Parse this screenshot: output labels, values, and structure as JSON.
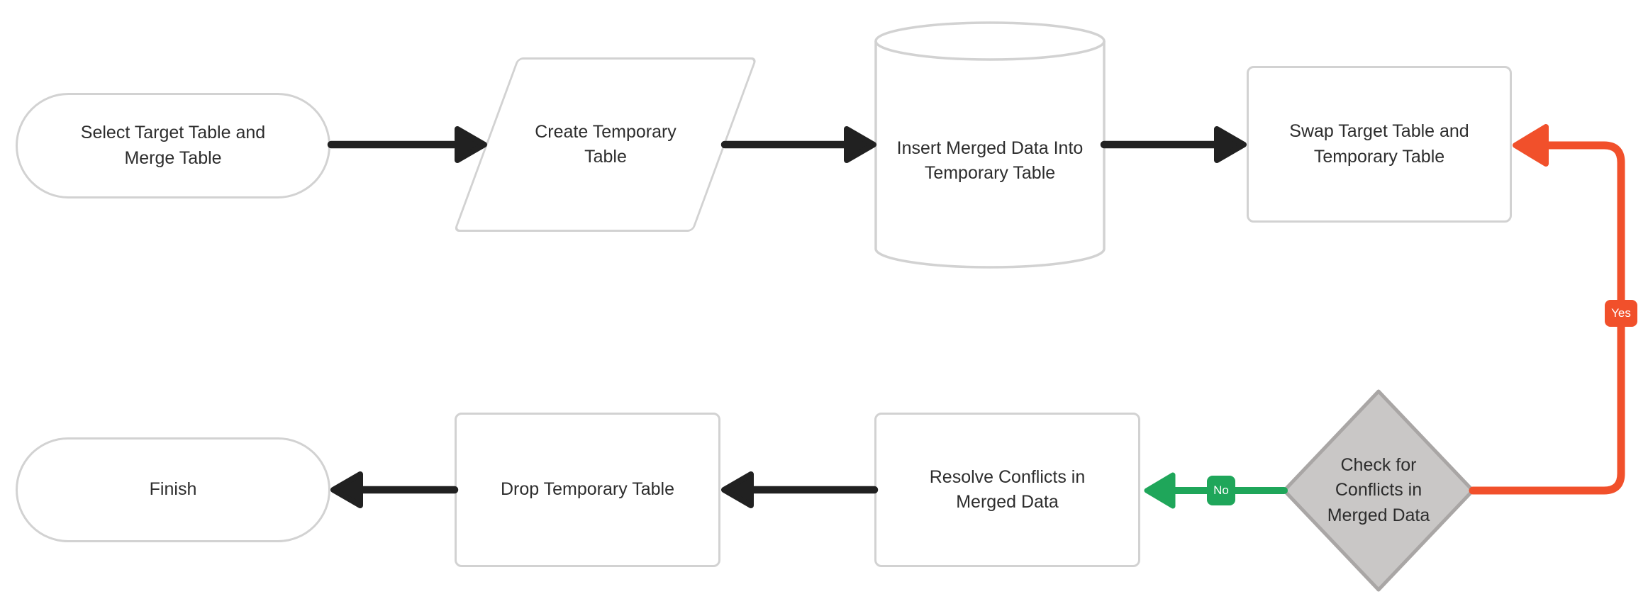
{
  "diagram": {
    "type": "flowchart",
    "background": "#ffffff",
    "palette": {
      "node_border": "#d2d2d2",
      "node_fill": "#ffffff",
      "node_text": "#2d2d2d",
      "edge_black": "#212121",
      "edge_red": "#f1502b",
      "edge_green": "#1fa65a",
      "decision_fill": "#c9c7c6",
      "decision_border": "#a9a6a5",
      "edge_label_text": "#ffffff"
    },
    "nodes": [
      {
        "id": "start",
        "shape": "stadium",
        "label": "Select Target Table and Merge Table"
      },
      {
        "id": "create-temp-table",
        "shape": "parallelogram",
        "label": "Create Temporary Table"
      },
      {
        "id": "insert-merged-data",
        "shape": "cylinder",
        "label": "Insert Merged Data Into Temporary Table"
      },
      {
        "id": "swap-tables",
        "shape": "rectangle",
        "label": "Swap Target Table and Temporary Table"
      },
      {
        "id": "check-conflicts",
        "shape": "diamond",
        "label": "Check for Conflicts in Merged Data"
      },
      {
        "id": "resolve-conflicts",
        "shape": "rectangle",
        "label": "Resolve Conflicts in Merged Data"
      },
      {
        "id": "drop-temp-table",
        "shape": "rectangle",
        "label": "Drop Temporary Table"
      },
      {
        "id": "finish",
        "shape": "stadium",
        "label": "Finish"
      }
    ],
    "edges": [
      {
        "from": "start",
        "to": "create-temp-table",
        "color": "black",
        "label": ""
      },
      {
        "from": "create-temp-table",
        "to": "insert-merged-data",
        "color": "black",
        "label": ""
      },
      {
        "from": "insert-merged-data",
        "to": "swap-tables",
        "color": "black",
        "label": ""
      },
      {
        "from": "check-conflicts",
        "to": "swap-tables",
        "color": "red",
        "label": "Yes"
      },
      {
        "from": "check-conflicts",
        "to": "resolve-conflicts",
        "color": "green",
        "label": "No"
      },
      {
        "from": "resolve-conflicts",
        "to": "drop-temp-table",
        "color": "black",
        "label": ""
      },
      {
        "from": "drop-temp-table",
        "to": "finish",
        "color": "black",
        "label": ""
      }
    ]
  }
}
